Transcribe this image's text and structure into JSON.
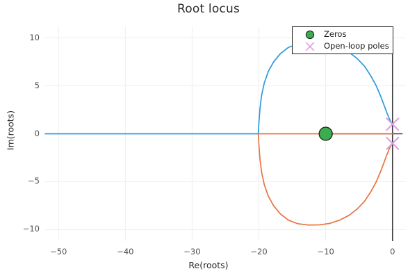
{
  "chart_data": {
    "type": "line",
    "title": "Root locus",
    "xlabel": "Re(roots)",
    "ylabel": "Im(roots)",
    "xlim": [
      -52,
      2
    ],
    "ylim": [
      -11.2,
      11.2
    ],
    "xticks": [
      -50,
      -40,
      -30,
      -20,
      -10,
      0
    ],
    "xticklabels": [
      "−50",
      "−40",
      "−30",
      "−20",
      "−10",
      "0"
    ],
    "yticks": [
      -10,
      -5,
      0,
      5,
      10
    ],
    "yticklabels": [
      "−10",
      "−5",
      "0",
      "5",
      "10"
    ],
    "grid": true,
    "legend_position": "top-right",
    "markers": {
      "zeros": [
        {
          "re": -10,
          "im": 0
        }
      ],
      "open_loop_poles": [
        {
          "re": 0,
          "im": 1
        },
        {
          "re": 0,
          "im": -1
        }
      ]
    },
    "series": [
      {
        "name": "branch-1-real-segment",
        "color": "#2b9ae0",
        "points": [
          [
            -52,
            0
          ],
          [
            -20.1,
            0
          ]
        ]
      },
      {
        "name": "branch-1-upper-arc",
        "color": "#2b9ae0",
        "points": [
          [
            -20.1,
            0
          ],
          [
            -20.0,
            1.2
          ],
          [
            -19.85,
            2.6
          ],
          [
            -19.6,
            4.0
          ],
          [
            -19.2,
            5.3
          ],
          [
            -18.6,
            6.5
          ],
          [
            -17.8,
            7.5
          ],
          [
            -16.8,
            8.35
          ],
          [
            -15.6,
            9.0
          ],
          [
            -14.2,
            9.38
          ],
          [
            -12.6,
            9.52
          ],
          [
            -11.0,
            9.5
          ],
          [
            -9.4,
            9.35
          ],
          [
            -7.9,
            9.0
          ],
          [
            -6.5,
            8.5
          ],
          [
            -5.3,
            7.85
          ],
          [
            -4.2,
            7.05
          ],
          [
            -3.3,
            6.1
          ],
          [
            -2.5,
            5.1
          ],
          [
            -1.85,
            4.05
          ],
          [
            -1.3,
            3.05
          ],
          [
            -0.85,
            2.2
          ],
          [
            -0.5,
            1.6
          ],
          [
            -0.22,
            1.22
          ],
          [
            -0.05,
            1.05
          ],
          [
            0,
            1.0
          ]
        ]
      },
      {
        "name": "branch-2-real-segment",
        "color": "#e8733f",
        "points": [
          [
            -20.0,
            0
          ],
          [
            0,
            0
          ]
        ]
      },
      {
        "name": "branch-2-lower-arc",
        "color": "#e8733f",
        "points": [
          [
            -20.1,
            0
          ],
          [
            -20.0,
            -1.2
          ],
          [
            -19.85,
            -2.6
          ],
          [
            -19.6,
            -4.0
          ],
          [
            -19.2,
            -5.3
          ],
          [
            -18.6,
            -6.5
          ],
          [
            -17.8,
            -7.5
          ],
          [
            -16.8,
            -8.35
          ],
          [
            -15.6,
            -9.0
          ],
          [
            -14.2,
            -9.38
          ],
          [
            -12.6,
            -9.52
          ],
          [
            -11.0,
            -9.5
          ],
          [
            -9.4,
            -9.35
          ],
          [
            -7.9,
            -9.0
          ],
          [
            -6.5,
            -8.5
          ],
          [
            -5.3,
            -7.85
          ],
          [
            -4.2,
            -7.05
          ],
          [
            -3.3,
            -6.1
          ],
          [
            -2.5,
            -5.1
          ],
          [
            -1.85,
            -4.05
          ],
          [
            -1.3,
            -3.05
          ],
          [
            -0.85,
            -2.2
          ],
          [
            -0.5,
            -1.6
          ],
          [
            -0.22,
            -1.22
          ],
          [
            -0.05,
            -1.05
          ],
          [
            0,
            -1.0
          ]
        ]
      }
    ],
    "axis_lines": {
      "real_axis_segment": [
        [
          -10,
          0
        ],
        [
          1.5,
          0
        ]
      ],
      "imaginary_axis": [
        [
          0,
          -11.2
        ],
        [
          0,
          11.2
        ]
      ]
    },
    "colors": {
      "branch_1": "#2b9ae0",
      "branch_2": "#e8733f",
      "zero_fill": "#3cad4e",
      "zero_edge": "#1f1f1f",
      "pole": "#dd9fe0",
      "grid": "#eeeeee",
      "axis_dark": "#3d3d3d",
      "text": "#2b2b2b",
      "tick_text": "#4d4d4d",
      "legend_border": "#1a1a1a",
      "background": "#ffffff"
    }
  },
  "legend": {
    "entries": [
      {
        "label": "Zeros",
        "marker": "filled-circle"
      },
      {
        "label": "Open-loop poles",
        "marker": "cross-x"
      }
    ]
  }
}
